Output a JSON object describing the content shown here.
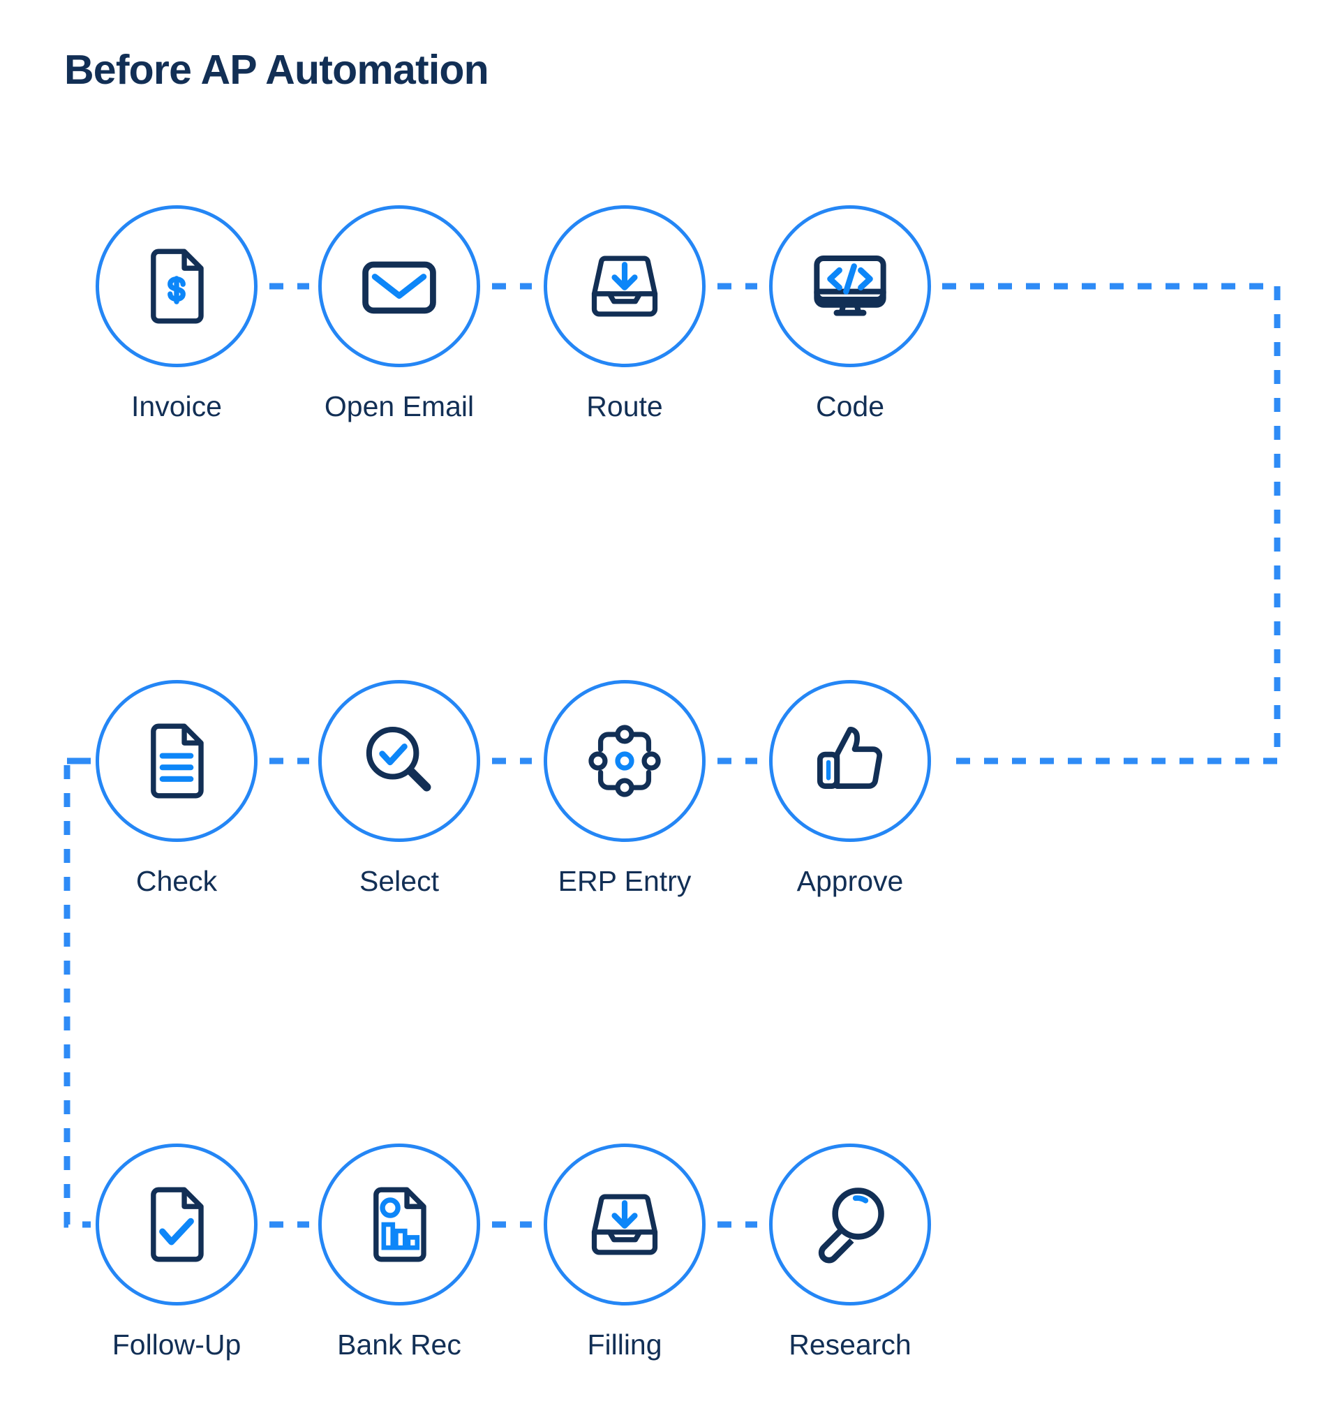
{
  "page": {
    "title": "Before AP Automation",
    "background_color": "#ffffff"
  },
  "colors": {
    "navy": "#122f55",
    "blue": "#2486f5",
    "blue_accent": "#0d86f8",
    "ring": "#2486f5",
    "connector": "#2e8bf6"
  },
  "diagram": {
    "type": "flowchart",
    "layout": "serpentine-3-rows-4-columns",
    "connector_style": "dashed",
    "rows": [
      {
        "row_index": 1,
        "direction": "left-to-right",
        "steps": [
          {
            "index": 1,
            "label": "Invoice",
            "icon": "document-dollar-icon"
          },
          {
            "index": 2,
            "label": "Open Email",
            "icon": "envelope-icon"
          },
          {
            "index": 3,
            "label": "Route",
            "icon": "inbox-tray-download-icon"
          },
          {
            "index": 4,
            "label": "Code",
            "icon": "monitor-code-icon"
          }
        ]
      },
      {
        "row_index": 2,
        "direction": "right-to-left",
        "steps": [
          {
            "index": 5,
            "label": "Check",
            "icon": "document-lines-icon"
          },
          {
            "index": 6,
            "label": "Select",
            "icon": "magnifier-check-icon"
          },
          {
            "index": 7,
            "label": "ERP Entry",
            "icon": "node-network-icon"
          },
          {
            "index": 8,
            "label": "Approve",
            "icon": "thumbs-up-icon"
          }
        ]
      },
      {
        "row_index": 3,
        "direction": "left-to-right",
        "steps": [
          {
            "index": 9,
            "label": "Follow-Up",
            "icon": "document-check-icon"
          },
          {
            "index": 10,
            "label": "Bank Rec",
            "icon": "document-chart-icon"
          },
          {
            "index": 11,
            "label": "Filling",
            "icon": "inbox-tray-download-icon"
          },
          {
            "index": 12,
            "label": "Research",
            "icon": "magnifier-icon"
          }
        ]
      }
    ],
    "connectors": [
      {
        "from": "Invoice",
        "to": "Open Email",
        "kind": "horizontal"
      },
      {
        "from": "Open Email",
        "to": "Route",
        "kind": "horizontal"
      },
      {
        "from": "Route",
        "to": "Code",
        "kind": "horizontal"
      },
      {
        "from": "Code",
        "to": "Approve",
        "kind": "elbow-right-wrap"
      },
      {
        "from": "Approve",
        "to": "ERP Entry",
        "kind": "horizontal"
      },
      {
        "from": "ERP Entry",
        "to": "Select",
        "kind": "horizontal"
      },
      {
        "from": "Select",
        "to": "Check",
        "kind": "horizontal"
      },
      {
        "from": "Check",
        "to": "Follow-Up",
        "kind": "elbow-left-wrap"
      },
      {
        "from": "Follow-Up",
        "to": "Bank Rec",
        "kind": "horizontal"
      },
      {
        "from": "Bank Rec",
        "to": "Filling",
        "kind": "horizontal"
      },
      {
        "from": "Filling",
        "to": "Research",
        "kind": "horizontal"
      }
    ]
  }
}
